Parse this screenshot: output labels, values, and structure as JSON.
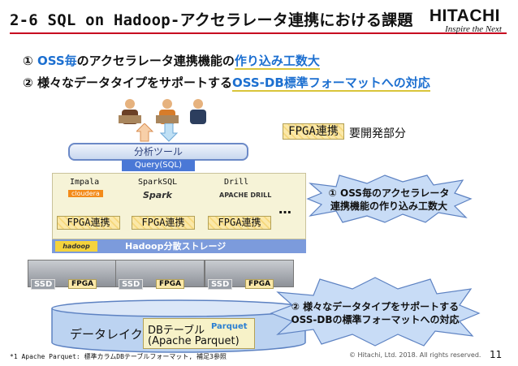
{
  "header": {
    "title": "2-6 SQL on Hadoop-アクセラレータ連携における課題",
    "logo_main": "HITACHI",
    "logo_sub": "Inspire the Next"
  },
  "points": [
    {
      "marker": "①",
      "pre": "",
      "highlight": "OSS毎",
      "mid": "のアクセラレータ連携機能の",
      "underlined": "作り込み工数大",
      "post": ""
    },
    {
      "marker": "②",
      "pre": "様々なデータタイプをサポートする",
      "highlight": "OSS-DB標準フォーマット",
      "mid": "への対応",
      "underlined": "",
      "post": ""
    }
  ],
  "legend": {
    "tag": "FPGA連携",
    "text": "要開発部分"
  },
  "diagram": {
    "analysis_tool": "分析ツール",
    "query": "Query(SQL)",
    "engines": [
      {
        "name": "Impala",
        "logo": "cloudera",
        "fpga": "FPGA連携"
      },
      {
        "name": "SparkSQL",
        "logo": "Spark",
        "fpga": "FPGA連携"
      },
      {
        "name": "Drill",
        "logo": "APACHE DRILL",
        "fpga": "FPGA連携"
      }
    ],
    "ellipsis": "…",
    "hadoop_logo": "hadoop",
    "hadoop_storage": "Hadoop分散ストレージ",
    "servers": [
      {
        "ssd": "SSD",
        "fpga": "FPGA"
      },
      {
        "ssd": "SSD",
        "fpga": "FPGA"
      },
      {
        "ssd": "SSD",
        "fpga": "FPGA"
      }
    ],
    "data_lake": "データレイク",
    "db_table": "DBテーブル",
    "parquet_logo": "Parquet",
    "parquet": "(Apache Parquet)"
  },
  "callouts": [
    {
      "line1": "① OSS毎のアクセラレータ",
      "line2": "連携機能の作り込み工数大"
    },
    {
      "line1": "② 様々なデータタイプをサポートする",
      "line2": "OSS-DBの標準フォーマットへの対応"
    }
  ],
  "footer": {
    "footnote": "*1 Apache Parquet: 標準カラムDBテーブルフォーマット, 補足3参照",
    "copyright": "© Hitachi, Ltd. 2018. All rights reserved.",
    "page": "11"
  },
  "colors": {
    "accent_red": "#c7001f",
    "highlight_blue": "#1c6fd0",
    "fpga_yellow": "#fbe8a8",
    "hadoop_blue": "#7c9bdc"
  }
}
